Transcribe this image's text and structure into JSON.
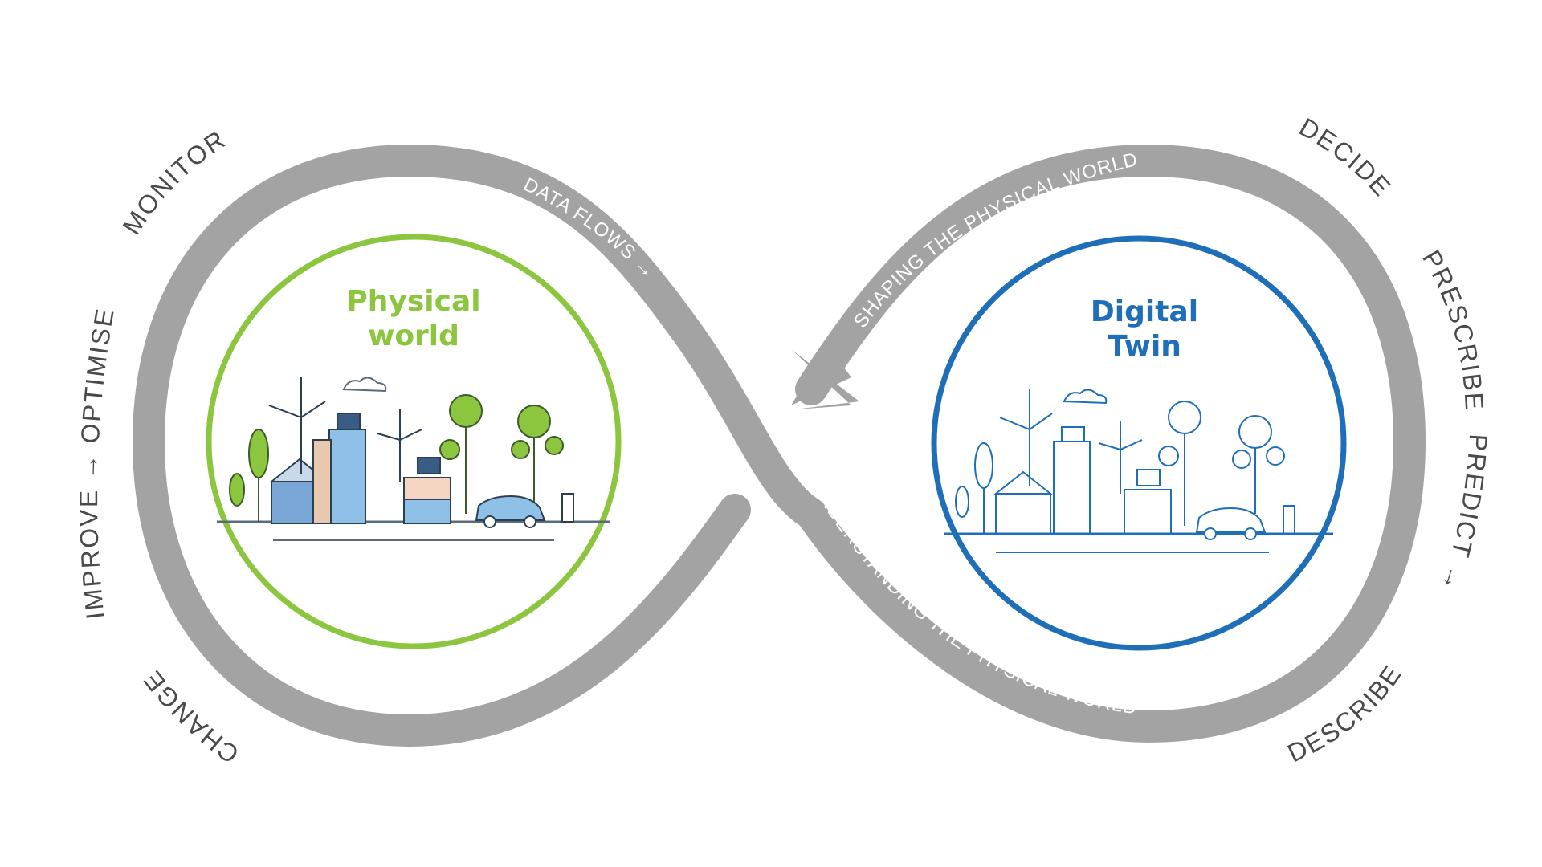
{
  "physical": {
    "title_line1": "Physical",
    "title_line2": "world"
  },
  "digital": {
    "title_line1": "Digital",
    "title_line2": "Twin"
  },
  "path_labels": {
    "data_flows": "DATA FLOWS →",
    "shaping": "SHAPING THE PHYSICAL WORLD",
    "understanding": "UNDERSTANDING THE PHYSICAL WORLD"
  },
  "left_labels": {
    "monitor": "MONITOR",
    "optimise": "IMPROVE → OPTIMISE",
    "change": "CHANGE"
  },
  "right_labels": {
    "decide": "DECIDE",
    "prescribe": "PRESCRIBE",
    "predict": "PREDICT →",
    "describe": "DESCRIBE"
  },
  "colors": {
    "loop": "#a3a3a3",
    "physical_ring": "#8cc63f",
    "digital_ring": "#1f6fb8",
    "outer_text": "#4a4a4a"
  }
}
